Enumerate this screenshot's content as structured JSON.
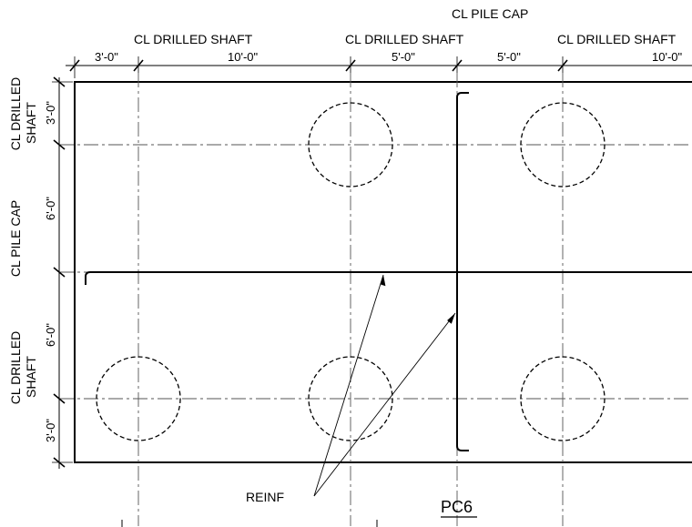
{
  "labels": {
    "cl_pile_cap_top": "CL PILE CAP",
    "cl_drilled_shaft_1": "CL DRILLED SHAFT",
    "cl_drilled_shaft_2": "CL DRILLED SHAFT",
    "cl_drilled_shaft_3": "CL DRILLED SHAFT",
    "left_cl_drilled_upper_1": "CL DRILLED",
    "left_shaft_upper": "SHAFT",
    "left_cl_pile_cap": "CL PILE CAP",
    "left_cl_drilled_lower_1": "CL DRILLED",
    "left_shaft_lower": "SHAFT",
    "reinf": "REINF",
    "title": "PC6"
  },
  "top_dimensions": [
    "3'-0\"",
    "10'-0\"",
    "5'-0\"",
    "5'-0\"",
    "10'-0\""
  ],
  "left_dimensions": [
    "3'-0\"",
    "6'-0\"",
    "6'-0\"",
    "3'-0\""
  ],
  "colors": {
    "line": "#000000",
    "background": "#ffffff"
  }
}
